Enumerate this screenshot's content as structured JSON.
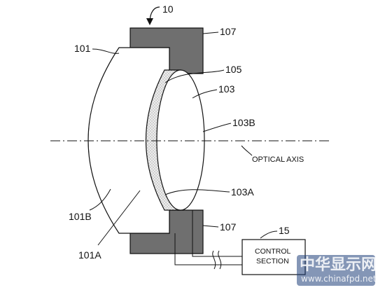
{
  "labels": {
    "device": "10",
    "lens_101": "101",
    "mount_top_107": "107",
    "film_105": "105",
    "lens_103": "103",
    "surface_103B": "103B",
    "optical_axis": "OPTICAL AXIS",
    "surface_103A": "103A",
    "surface_101B": "101B",
    "mount_bottom_107": "107",
    "surface_101A": "101A",
    "control_ref": "15",
    "control_line1": "CONTROL",
    "control_line2": "SECTION"
  },
  "watermark": {
    "text_cn": "中华显示网",
    "url": "www.chinafpd.net"
  },
  "colors": {
    "line": "#111111",
    "mount_fill": "#6f6f6f",
    "film_fill": "#ededed",
    "film_dots": "#8a8a8a",
    "watermark_bg": "#1f3f7a"
  }
}
